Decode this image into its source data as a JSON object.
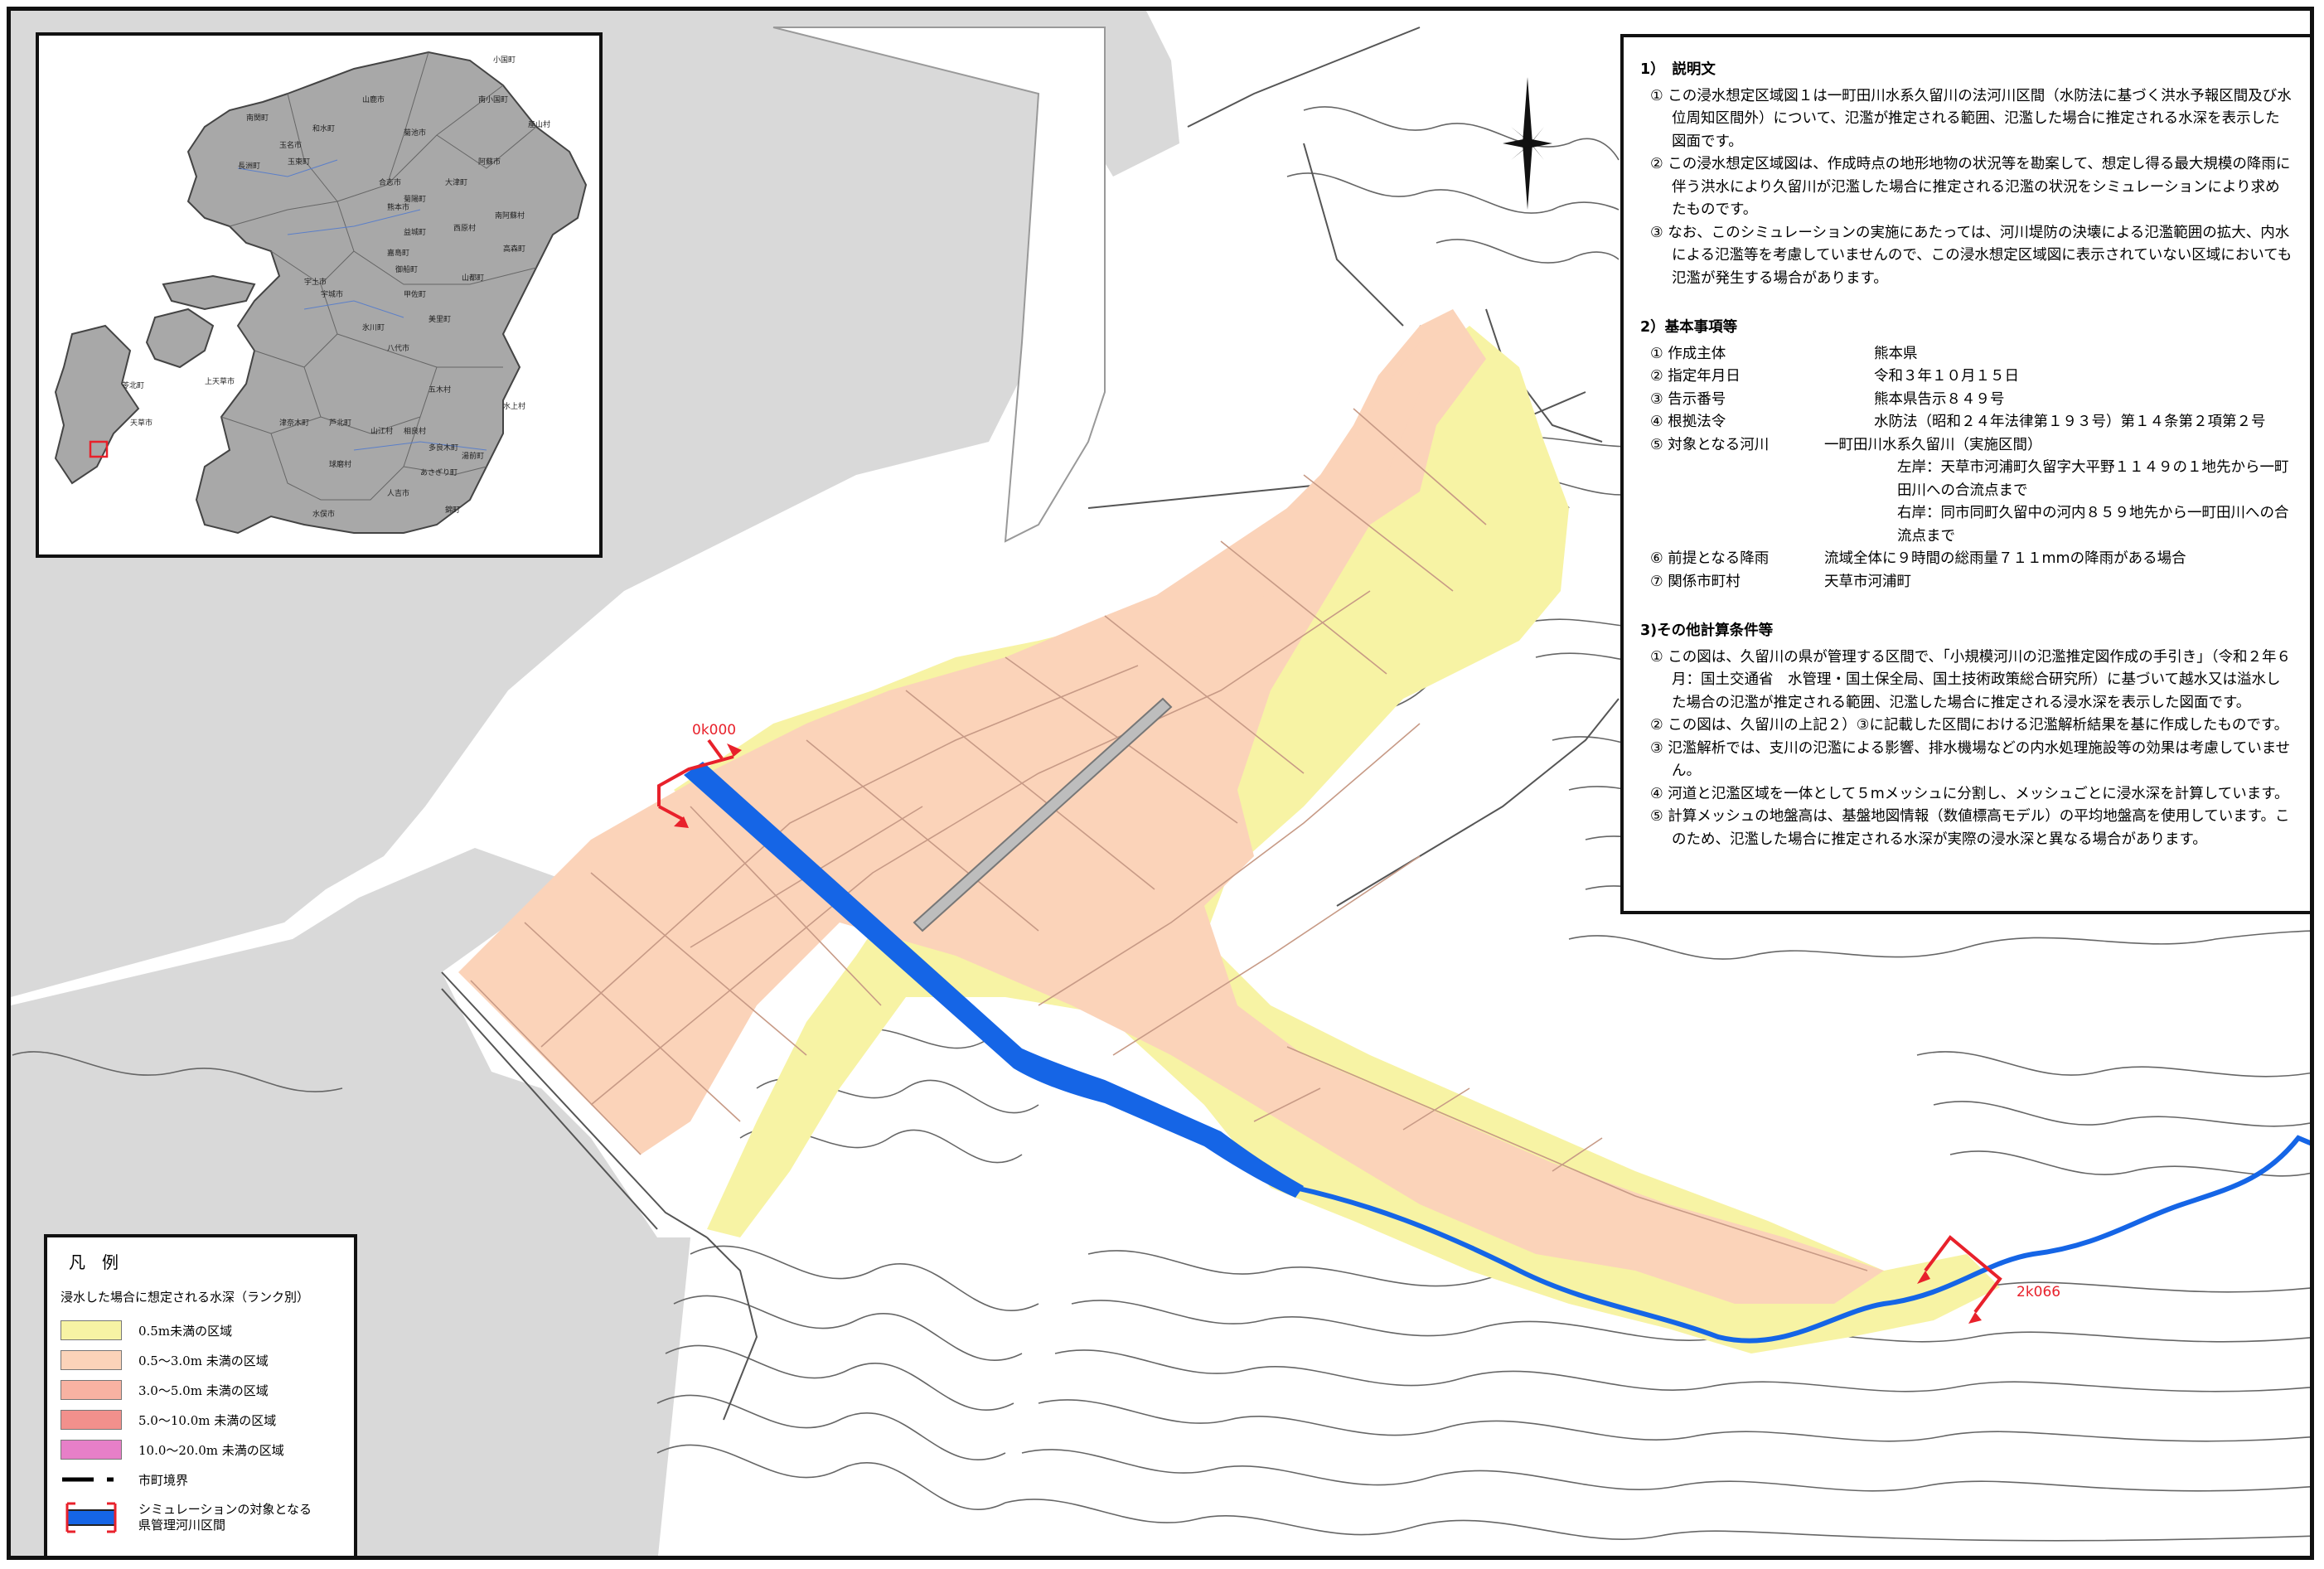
{
  "notes": {
    "sec1_title": "1）　説明文",
    "sec1_items": [
      "① この浸水想定区域図１は一町田川水系久留川の法河川区間（水防法に基づく洪水予報区間及び水位周知区間外）について、氾濫が推定される範囲、氾濫した場合に推定される水深を表示した図面です。",
      "② この浸水想定区域図は、作成時点の地形地物の状況等を勘案して、想定し得る最大規模の降雨に伴う洪水により久留川が氾濫した場合に推定される氾濫の状況をシミュレーションにより求めたものです。",
      "③ なお、このシミュレーションの実施にあたっては、河川堤防の決壊による氾濫範囲の拡大、内水による氾濫等を考慮していませんので、この浸水想定区域図に表示されていない区域においても氾濫が発生する場合があります。"
    ],
    "sec2_title": "2）基本事項等",
    "sec2_rows": [
      {
        "k": "① 作成主体",
        "v": "熊本県"
      },
      {
        "k": "② 指定年月日",
        "v": "令和３年１０月１５日"
      },
      {
        "k": "③ 告示番号",
        "v": "熊本県告示８４９号"
      },
      {
        "k": "④ 根拠法令",
        "v": "水防法（昭和２４年法律第１９３号）第１４条第２項第２号"
      },
      {
        "k": "⑤ 対象となる河川",
        "v": "一町田川水系久留川（実施区間）"
      }
    ],
    "sec2_left": "左岸：天草市河浦町久留字大平野１１４９の１地先から一町田川への合流点まで",
    "sec2_right": "右岸：同市同町久留中の河内８５９地先から一町田川への合流点まで",
    "sec2_rows2": [
      {
        "k": "⑥ 前提となる降雨",
        "v": "流域全体に９時間の総雨量７１１mmの降雨がある場合"
      },
      {
        "k": "⑦ 関係市町村",
        "v": "天草市河浦町"
      }
    ],
    "sec3_title": "3)その他計算条件等",
    "sec3_items": [
      "① この図は、久留川の県が管理する区間で、「小規模河川の氾濫推定図作成の手引き」（令和２年６月：国土交通省　水管理・国土保全局、国土技術政策総合研究所）に基づいて越水又は溢水した場合の氾濫が推定される範囲、氾濫した場合に推定される浸水深を表示した図面です。",
      "② この図は、久留川の上記２）③に記載した区間における氾濫解析結果を基に作成したものです。",
      "③ 氾濫解析では、支川の氾濫による影響、排水機場などの内水処理施設等の効果は考慮していません。",
      "④ 河道と氾濫区域を一体として５mメッシュに分割し、メッシュごとに浸水深を計算しています。",
      "⑤ 計算メッシュの地盤高は、基盤地図情報（数値標高モデル）の平均地盤高を使用しています。このため、氾濫した場合に推定される水深が実際の浸水深と異なる場合があります。"
    ]
  },
  "legend": {
    "title": "凡　例",
    "subtitle": "浸水した場合に想定される水深（ランク別）",
    "depth_items": [
      {
        "label": "0.5m未満の区域",
        "color": "#f7f3a4"
      },
      {
        "label": "0.5～3.0m 未満の区域",
        "color": "#fbd3b9"
      },
      {
        "label": "3.0～5.0m 未満の区域",
        "color": "#f8b2a2"
      },
      {
        "label": "5.0～10.0m 未満の区域",
        "color": "#f2908c"
      },
      {
        "label": "10.0～20.0m 未満の区域",
        "color": "#e77fc8"
      }
    ],
    "boundary_label": "市町境界",
    "section_label": "シミュレーションの対象となる県管理河川区間"
  },
  "markers": {
    "start": "0k000",
    "end": "2k066"
  },
  "inset": {
    "highlight_color": "#e8212b",
    "municipalities": [
      "小国町",
      "南小国町",
      "産山村",
      "山鹿市",
      "南関町",
      "和水町",
      "玉名市",
      "長洲町",
      "玉東町",
      "菊池市",
      "大津町",
      "阿蘇市",
      "熊本市",
      "合志市",
      "菊陽町",
      "南阿蘇村",
      "高森町",
      "西原村",
      "益城町",
      "嘉島町",
      "御船町",
      "山都町",
      "宇土市",
      "宇城市",
      "甲佐町",
      "美里町",
      "氷川町",
      "上天草市",
      "八代市",
      "五木村",
      "水上村",
      "芦北町",
      "山江村",
      "相良村",
      "多良木町",
      "湯前町",
      "津奈木町",
      "球磨村",
      "あさぎり町",
      "人吉市",
      "水俣市",
      "錦町",
      "天草市",
      "苓北町"
    ]
  },
  "colors": {
    "river": "#1565e6",
    "marker": "#e8212b",
    "water_area": "#d9d9d9"
  }
}
